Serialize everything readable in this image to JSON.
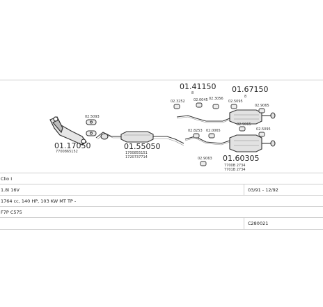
{
  "parts": {
    "downpipe": {
      "number": "01.17050",
      "code": "7700865152"
    },
    "gasket_kit": {
      "code": "02.5093"
    },
    "front_box": {
      "number": "01.55050",
      "code1": "1700855151",
      "code2": "1720737714"
    },
    "rear_top": {
      "number": "01.41150",
      "sub": "8"
    },
    "rear_right": {
      "number": "01.67150",
      "sub": "8"
    },
    "rear_bottom": {
      "number": "01.60305",
      "code1": "7700B 2734",
      "code2": "7701B 2734"
    },
    "mounts": [
      "02.3252",
      "02.0045",
      "02.3056",
      "02.5095",
      "02.9065",
      "02.9065",
      "02.8253",
      "02.0065",
      "02.5095",
      "02.9063"
    ]
  },
  "info": {
    "model": "Clio I",
    "engine": "1.8i 16V",
    "dates": "03/91 - 12/92",
    "specs": "1764 cc, 140 HP, 103 KW MT TP -",
    "engine_code": "F7P C575",
    "ref": "C280021"
  }
}
